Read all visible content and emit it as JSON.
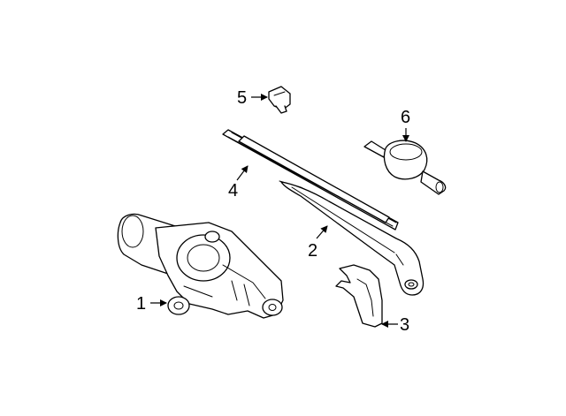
{
  "callouts": [
    {
      "number": "1",
      "part": "wiper-motor"
    },
    {
      "number": "2",
      "part": "wiper-arm"
    },
    {
      "number": "3",
      "part": "arm-cap"
    },
    {
      "number": "4",
      "part": "wiper-blade"
    },
    {
      "number": "5",
      "part": "washer-nozzle"
    },
    {
      "number": "6",
      "part": "check-valve"
    }
  ],
  "colors": {
    "line": "#000000",
    "background": "#ffffff"
  }
}
